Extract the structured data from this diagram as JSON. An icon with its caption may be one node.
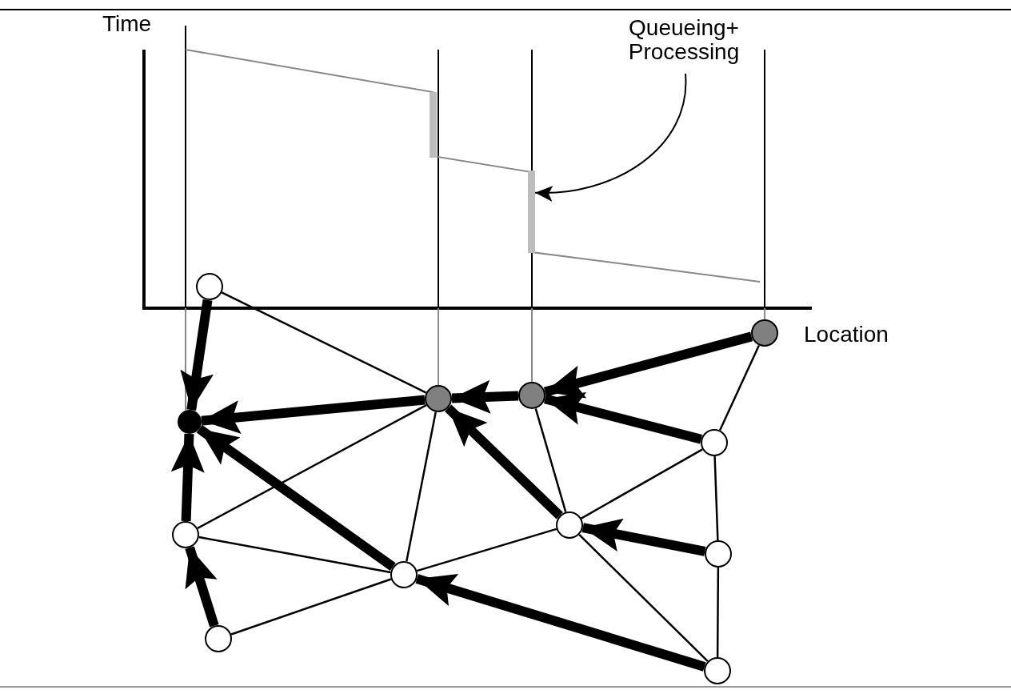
{
  "diagram": {
    "nodes": [
      {
        "text": [
          "Queueing+ Processing"
        ]
      },
      {
        "text": [],
        "shape": "bar"
      },
      {
        "text": [],
        "shape": "bar"
      },
      {
        "text": [],
        "shape": "circle"
      },
      {
        "text": [],
        "shape": "circle"
      },
      {
        "text": [],
        "shape": "circle"
      },
      {
        "text": [],
        "shape": "circle"
      },
      {
        "text": [],
        "shape": "circle"
      },
      {
        "text": [],
        "shape": "circle"
      },
      {
        "text": [],
        "shape": "circle"
      },
      {
        "text": [],
        "shape": "circle"
      },
      {
        "text": [],
        "shape": "circle"
      },
      {
        "text": [],
        "shape": "circle"
      },
      {
        "text": [],
        "shape": "circle"
      },
      {
        "text": [],
        "shape": "circle"
      }
    ],
    "edges": [
      {
        "from": 0,
        "to": 2,
        "arrow": "to"
      },
      {
        "from": 3,
        "to": 7,
        "arrow": "to",
        "style": "thick"
      },
      {
        "from": 6,
        "to": 7,
        "arrow": "to",
        "style": "thick"
      },
      {
        "from": 12,
        "to": 7,
        "arrow": "to",
        "style": "thick"
      },
      {
        "from": 10,
        "to": 7,
        "arrow": "to",
        "style": "thick"
      },
      {
        "from": 13,
        "to": 10,
        "arrow": "to",
        "style": "thick"
      },
      {
        "from": 5,
        "to": 6,
        "arrow": "to",
        "style": "thick"
      },
      {
        "from": 9,
        "to": 6,
        "arrow": "to",
        "style": "thick"
      },
      {
        "from": 4,
        "to": 5,
        "arrow": "to",
        "style": "thick"
      },
      {
        "from": 8,
        "to": 5,
        "arrow": "to",
        "style": "thick"
      },
      {
        "from": 11,
        "to": 9,
        "arrow": "to",
        "style": "thick"
      },
      {
        "from": 14,
        "to": 12,
        "arrow": "to",
        "style": "thick"
      },
      {
        "from": 3,
        "to": 6,
        "arrow": "none"
      },
      {
        "from": 6,
        "to": 10,
        "arrow": "none"
      },
      {
        "from": 6,
        "to": 12,
        "arrow": "none"
      },
      {
        "from": 10,
        "to": 12,
        "arrow": "none"
      },
      {
        "from": 13,
        "to": 12,
        "arrow": "none"
      },
      {
        "from": 12,
        "to": 9,
        "arrow": "none"
      },
      {
        "from": 9,
        "to": 8,
        "arrow": "none"
      },
      {
        "from": 9,
        "to": 5,
        "arrow": "none"
      },
      {
        "from": 9,
        "to": 14,
        "arrow": "none"
      },
      {
        "from": 4,
        "to": 8,
        "arrow": "none"
      },
      {
        "from": 8,
        "to": 11,
        "arrow": "none"
      },
      {
        "from": 11,
        "to": 14,
        "arrow": "none"
      }
    ],
    "labels": [
      "Time",
      "Location"
    ]
  }
}
